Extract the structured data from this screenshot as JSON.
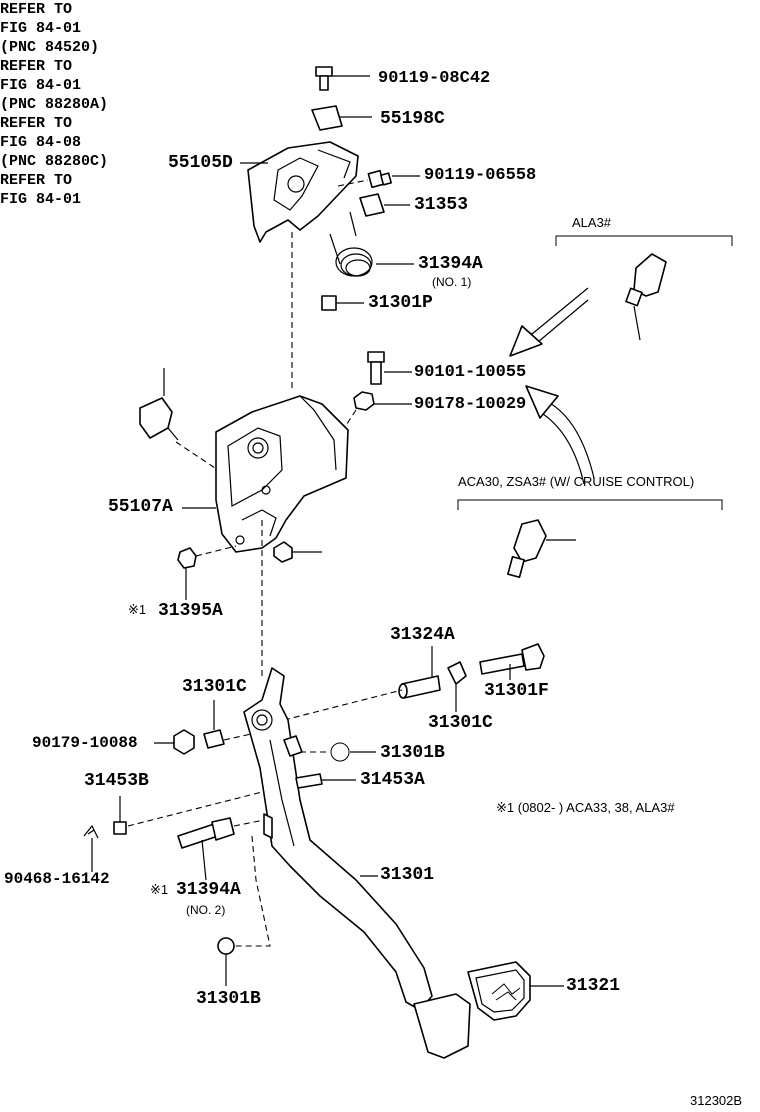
{
  "diagram": {
    "labels": {
      "p90119_08C42": "90119-08C42",
      "p55198C": "55198C",
      "p55105D": "55105D",
      "p90119_06558": "90119-06558",
      "p31353": "31353",
      "p31394A_top": "31394A",
      "no1": "(NO. 1)",
      "p31301P": "31301P",
      "p90101_10055": "90101-10055",
      "p90178_10029": "90178-10029",
      "p55107A": "55107A",
      "p31395A": "31395A",
      "mark1_a": "※1",
      "p31324A": "31324A",
      "p31301C_left": "31301C",
      "p31301F": "31301F",
      "p31301C_right": "31301C",
      "p90179_10088": "90179-10088",
      "p31301B_mid": "31301B",
      "p31453B": "31453B",
      "p31453A": "31453A",
      "p90468_16142": "90468-16142",
      "mark1_b": "※1",
      "p31394A_bottom": "31394A",
      "no2": "(NO. 2)",
      "p31301": "31301",
      "p31301B_bottom": "31301B",
      "p31321": "31321"
    },
    "references": {
      "ref_84520": "REFER TO\nFIG 84-01\n(PNC 84520)",
      "ref_88280A": "REFER TO\nFIG 84-01\n(PNC 88280A)",
      "ref_84_01": "REFER TO\nFIG 84-01",
      "ref_88280C": "REFER TO\nFIG 84-08\n(PNC 88280C)"
    },
    "notes": {
      "ala3": "ALA3#",
      "cruise": "ACA30, ZSA3# (W/ CRUISE CONTROL)",
      "footnote": "※1 (0802-      ) ACA33, 38, ALA3#"
    },
    "figure_number": "312302B"
  }
}
